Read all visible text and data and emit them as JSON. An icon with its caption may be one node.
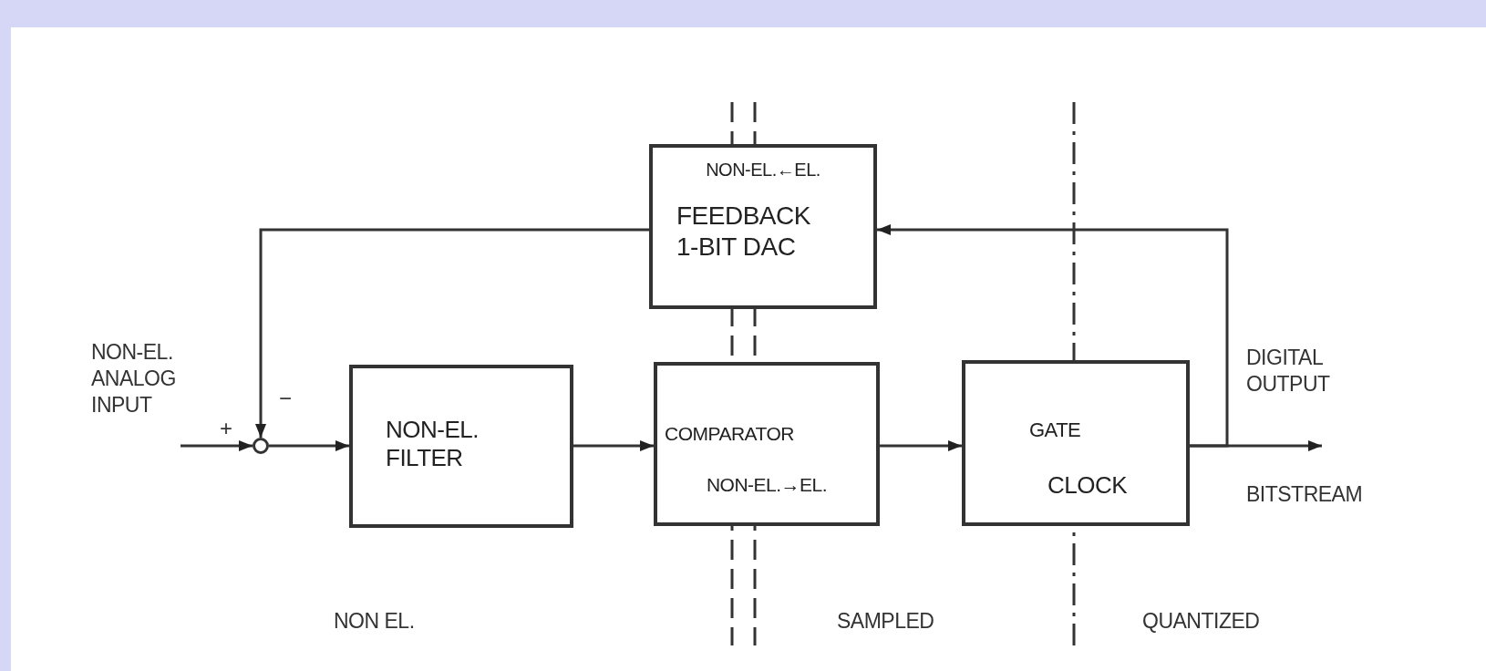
{
  "diagram": {
    "nodes": [
      {
        "text": [
          "NON-EL.←EL.",
          "FEEDBACK 1-BIT DAC"
        ]
      },
      {
        "text": [],
        "shape": "circle",
        "beside": [
          "+",
          "−"
        ]
      },
      {
        "text": [
          "NON-EL. FILTER"
        ]
      },
      {
        "text": [
          "COMPARATOR",
          "NON-EL.→EL."
        ]
      },
      {
        "text": [
          "GATE",
          "CLOCK"
        ]
      }
    ],
    "edges": [
      {
        "from": null,
        "to": 1,
        "arrow": "to"
      },
      {
        "from": 1,
        "to": 2,
        "arrow": "to"
      },
      {
        "from": 2,
        "to": 3,
        "arrow": "to"
      },
      {
        "from": 3,
        "to": 4,
        "arrow": "to"
      },
      {
        "from": 4,
        "to": null,
        "arrow": "to"
      },
      {
        "from": 4,
        "to": 0,
        "arrow": "to"
      },
      {
        "from": 0,
        "to": 1,
        "arrow": "to"
      }
    ],
    "labels": [
      "NON-EL. ANALOG INPUT",
      "DIGITAL OUTPUT",
      "BITSTREAM",
      "NON EL.",
      "SAMPLED",
      "QUANTIZED"
    ]
  }
}
